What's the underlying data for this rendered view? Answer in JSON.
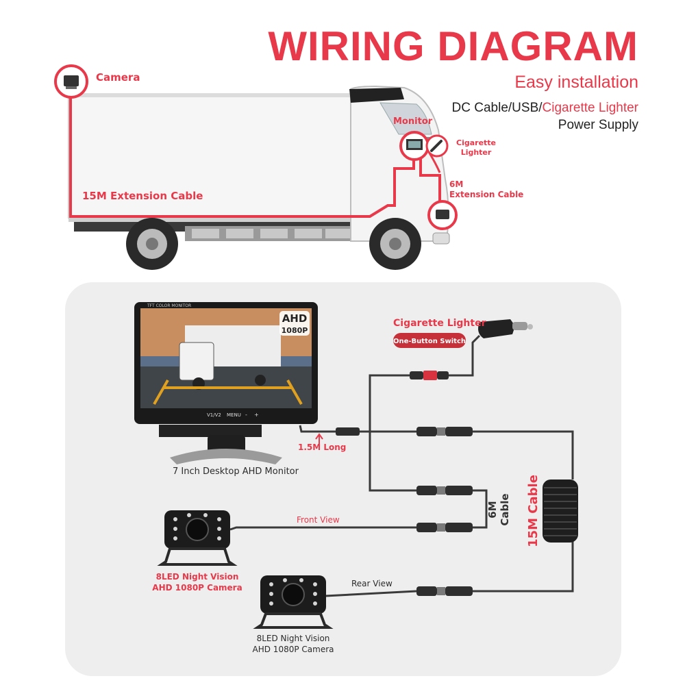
{
  "header": {
    "title": "WIRING DIAGRAM",
    "subtitle": "Easy installation",
    "power_line1_dc": "DC Cable/USB/",
    "power_line1_cig": "Cigarette Lighter",
    "power_line2": "Power Supply"
  },
  "truck": {
    "camera_label": "Camera",
    "monitor_label": "Monitor",
    "cigarette_label_1": "Cigarette",
    "cigarette_label_2": "Lighter",
    "ext6_label_1": "6M",
    "ext6_label_2": "Extension Cable",
    "ext15_label": "15M Extension Cable"
  },
  "kit": {
    "monitor_badge_1": "AHD",
    "monitor_badge_2": "1080P",
    "monitor_brand": "TFT COLOR MONITOR",
    "monitor_buttons": [
      "V1/V2",
      "MENU",
      "-",
      "+"
    ],
    "monitor_caption": "7 Inch Desktop AHD Monitor",
    "cable_length_label": "1.5M Long",
    "cig_label": "Cigarette Lighter",
    "cig_switch_label": "One-Button Switch",
    "cable6_1": "6M",
    "cable6_2": "Cable",
    "cable15": "15M Cable",
    "front_view": "Front View",
    "rear_view": "Rear View",
    "cam1_caption_1": "8LED Night Vision",
    "cam1_caption_2": "AHD 1080P Camera",
    "cam2_caption_1": "8LED Night Vision",
    "cam2_caption_2": "AHD 1080P Camera"
  },
  "colors": {
    "accent": "#e8394a",
    "panel": "#eeeeee",
    "cable": "#3a3a3a"
  }
}
